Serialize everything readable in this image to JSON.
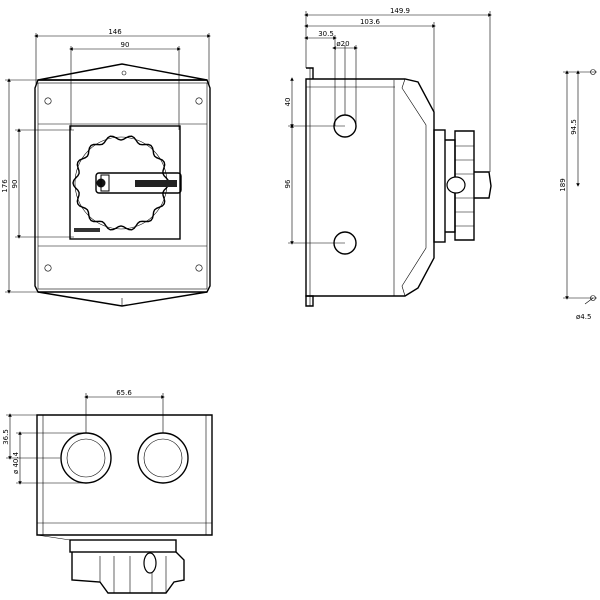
{
  "front_view": {
    "width_overall": "146",
    "width_inner": "90",
    "height_overall": "176",
    "height_inner": "90"
  },
  "side_view": {
    "depth_overall": "149.9",
    "depth_body": "103.6",
    "offset": "30.5",
    "hole_diameter": "ø20",
    "hole_top": "40",
    "hole_spacing": "96"
  },
  "mounting_view": {
    "spacing_total": "189",
    "spacing_half": "94.5",
    "hole_diameter": "ø4.5"
  },
  "bottom_view": {
    "hole_spacing": "65.6",
    "offset": "36.5",
    "hole_diameter": "ø 40.4"
  }
}
